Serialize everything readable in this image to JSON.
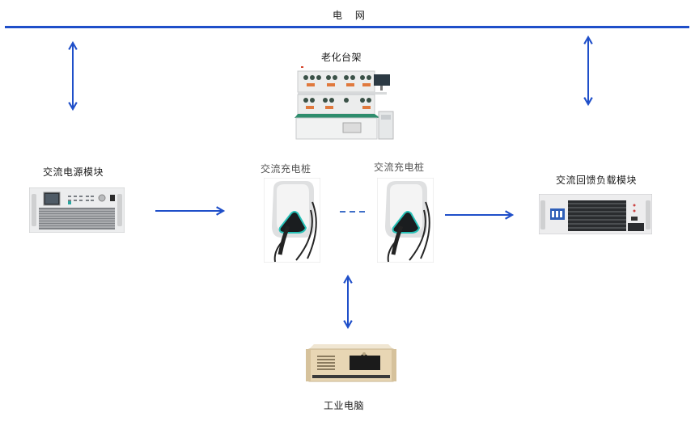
{
  "diagram": {
    "grid": {
      "label": "电 网"
    },
    "nodes": {
      "aging_rack": {
        "label": "老化台架"
      },
      "ac_power_module": {
        "label": "交流电源模块"
      },
      "ac_charger_1": {
        "label": "交流充电桩"
      },
      "ac_charger_2": {
        "label": "交流充电桩"
      },
      "ac_feedback_load": {
        "label": "交流回馈负载模块"
      },
      "industrial_pc": {
        "label": "工业电脑"
      }
    },
    "edges": [
      {
        "from": "grid",
        "to": "ac_power_module",
        "type": "bidirectional"
      },
      {
        "from": "grid",
        "to": "ac_feedback_load",
        "type": "bidirectional"
      },
      {
        "from": "ac_power_module",
        "to": "ac_charger_1",
        "type": "directed"
      },
      {
        "from": "ac_charger_1",
        "to": "ac_charger_2",
        "type": "dashed-ellipsis"
      },
      {
        "from": "ac_charger_2",
        "to": "ac_feedback_load",
        "type": "directed"
      },
      {
        "from": "ac_charger_1",
        "to": "industrial_pc",
        "type": "bidirectional"
      }
    ],
    "colors": {
      "line": "#1f4fc9",
      "accent_teal": "#27c2b8"
    }
  }
}
